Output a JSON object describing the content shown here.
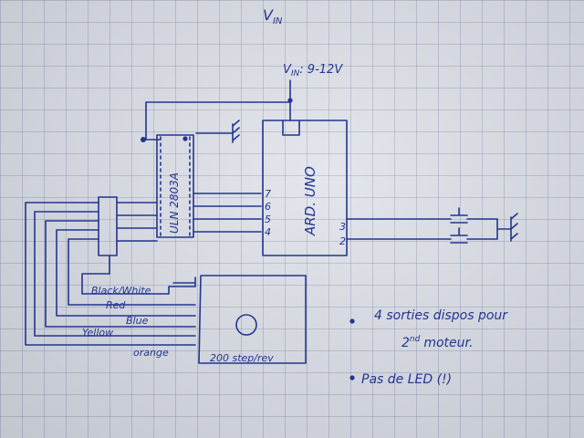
{
  "header": {
    "title": "V",
    "title_sub": "IN"
  },
  "supply": {
    "prefix": "V",
    "sub": "IN",
    "value": ": 9-12V"
  },
  "driver_ic": {
    "label": "ULN 2803A"
  },
  "arduino": {
    "label": "ARD. UNO",
    "pins_left": [
      "7",
      "6",
      "5",
      "4"
    ],
    "pins_right": [
      "3",
      "2"
    ]
  },
  "wires": [
    "Black/White",
    "Red",
    "Blue",
    "Yellow",
    "orange"
  ],
  "motor": {
    "label": "200 step/rev"
  },
  "notes": [
    {
      "line1": "4 sorties dispos pour",
      "line2_sup": "nd",
      "line2_rest": "moteur.",
      "line2_prefix": "2"
    },
    {
      "line1": "Pas de LED (!)"
    }
  ]
}
